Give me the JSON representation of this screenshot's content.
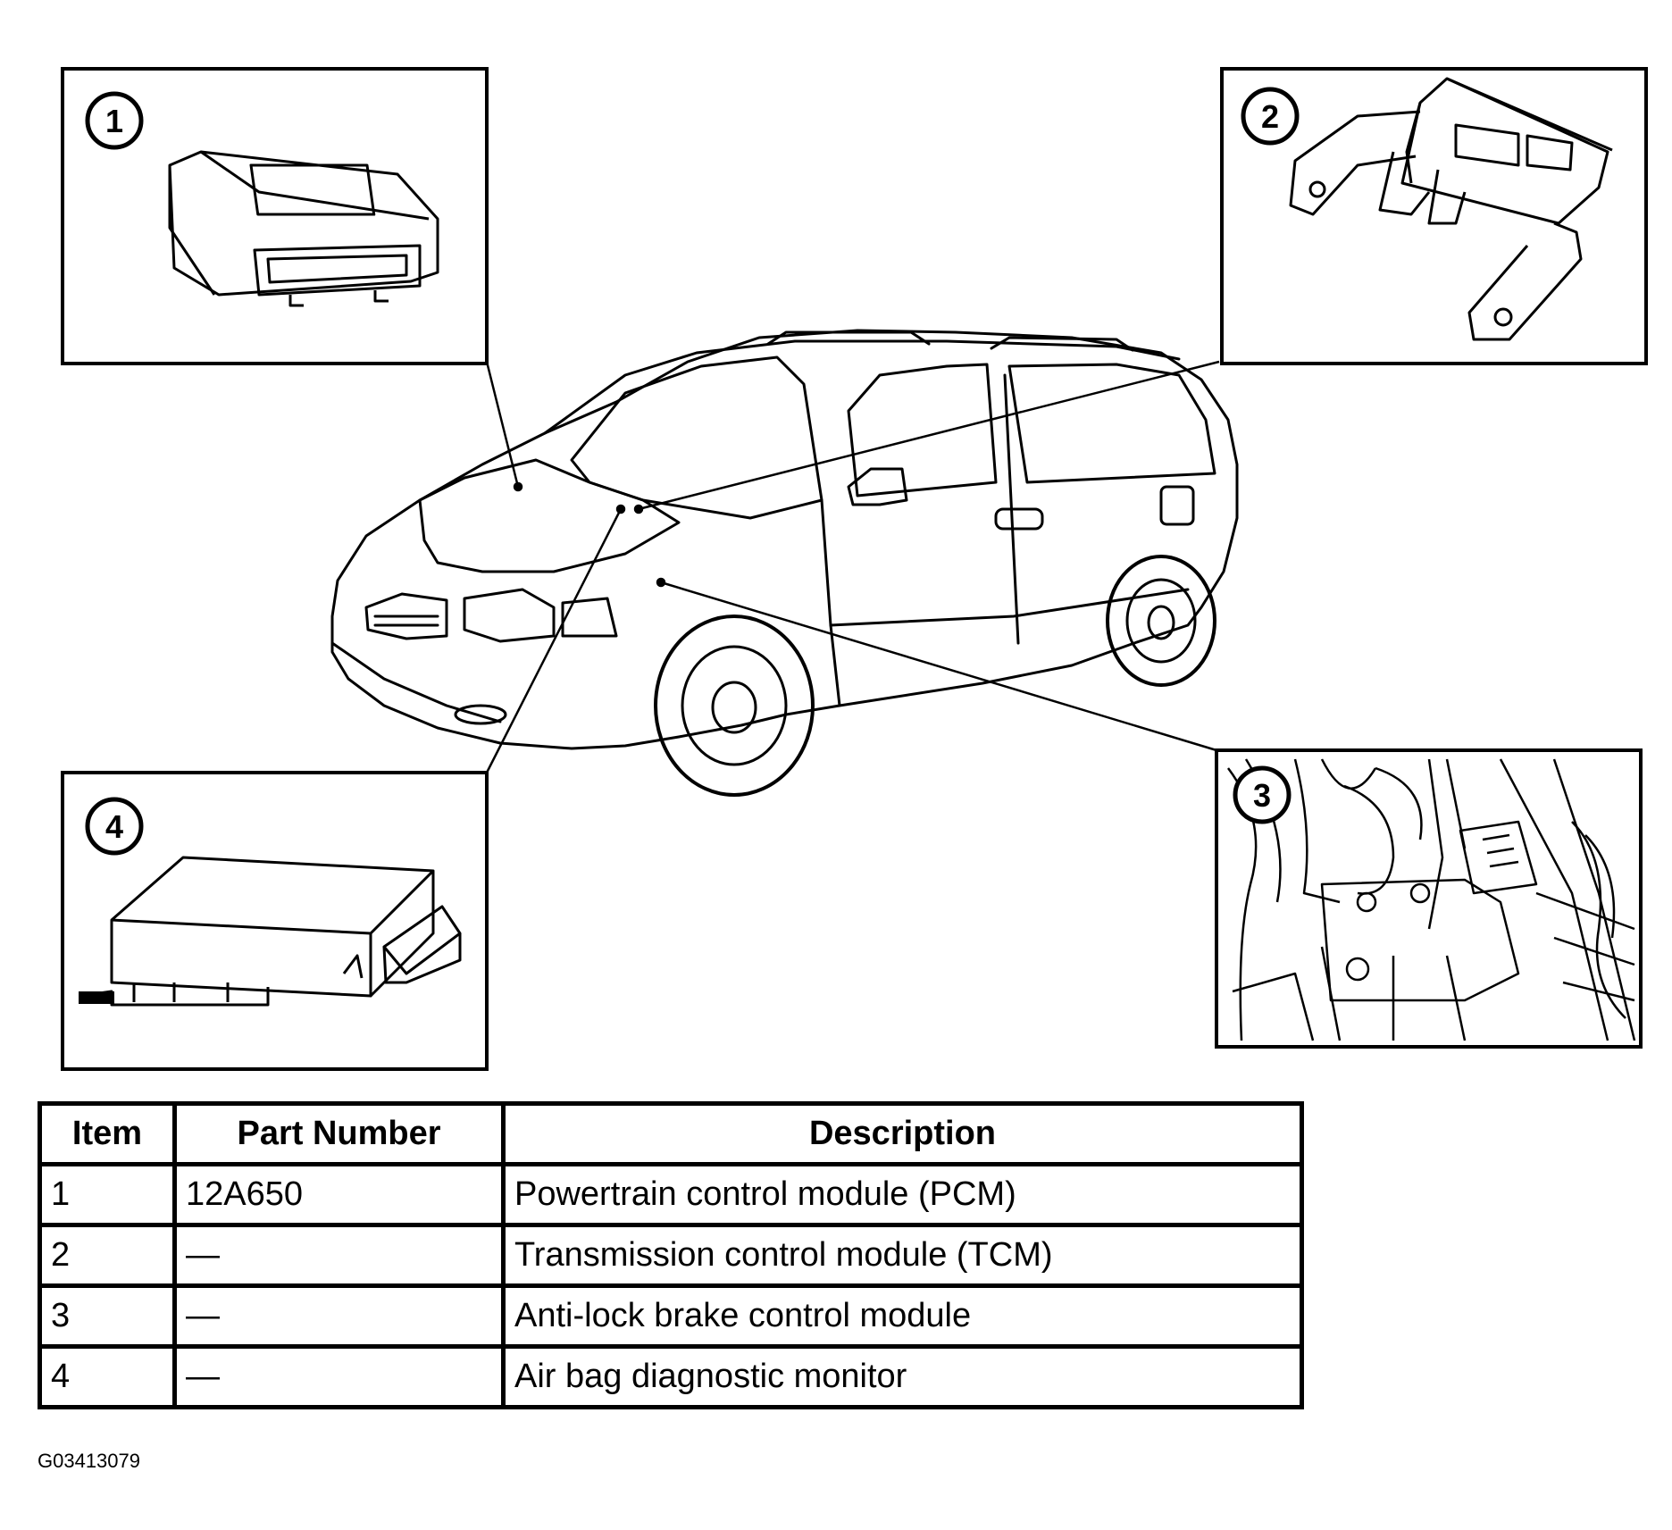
{
  "callouts": [
    "1",
    "2",
    "3",
    "4"
  ],
  "table": {
    "headers": [
      "Item",
      "Part Number",
      "Description"
    ],
    "rows": [
      {
        "item": "1",
        "part_number": "12A650",
        "description": "Powertrain control module (PCM)"
      },
      {
        "item": "2",
        "part_number": "—",
        "description": "Transmission control module (TCM)"
      },
      {
        "item": "3",
        "part_number": "—",
        "description": "Anti-lock brake control module"
      },
      {
        "item": "4",
        "part_number": "—",
        "description": "Air bag diagnostic monitor"
      }
    ]
  },
  "figure_id": "G03413079"
}
